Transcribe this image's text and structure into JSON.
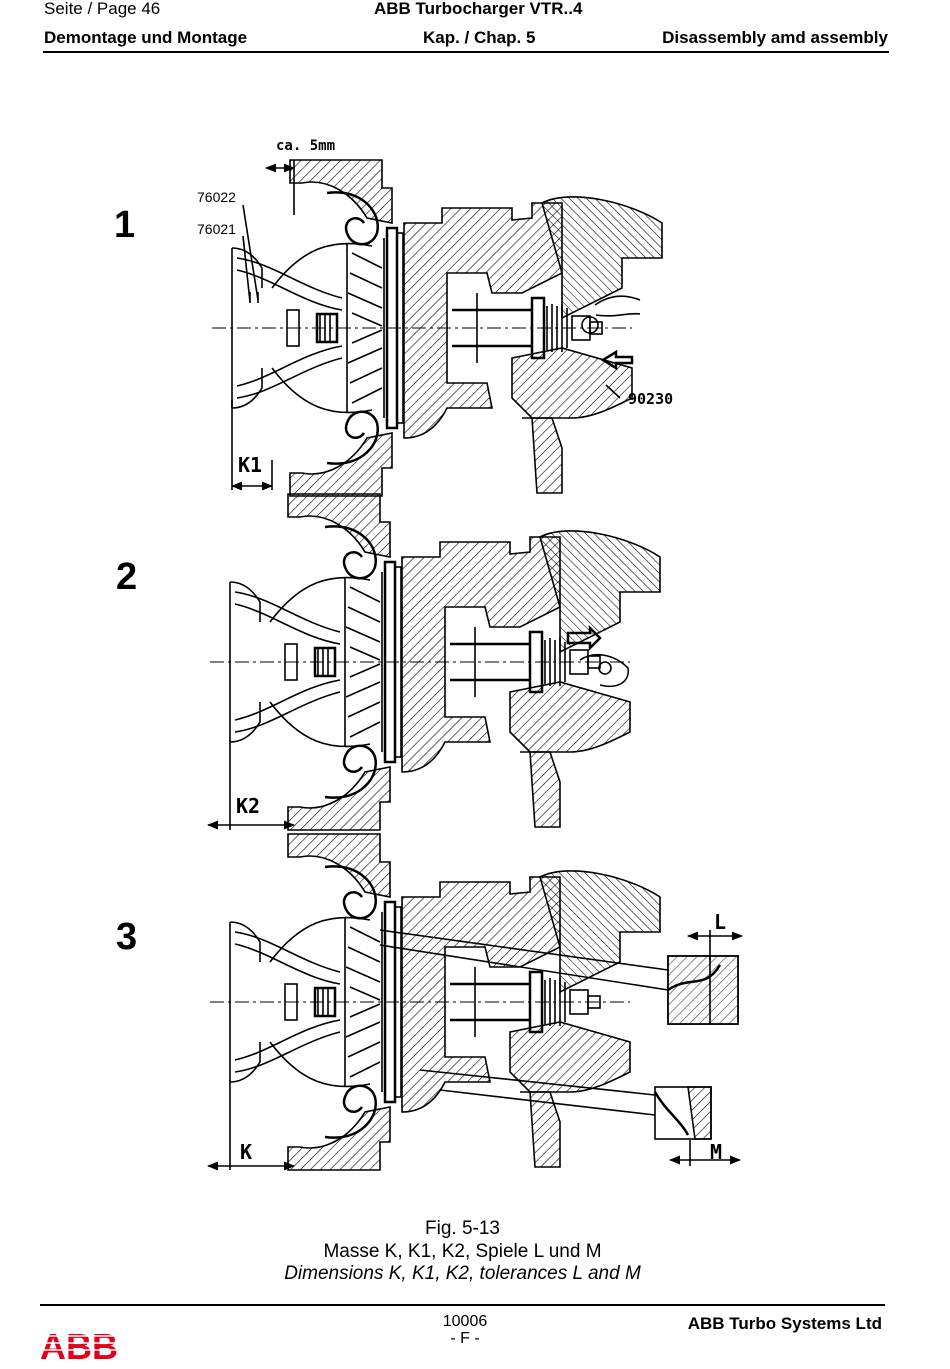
{
  "header": {
    "page_label": "Seite / Page  46",
    "product": "ABB Turbocharger VTR..4",
    "section_de": "Demontage und Montage",
    "chapter": "Kap. / Chap. 5",
    "section_en": "Disassembly amd assembly"
  },
  "figure": {
    "panels": [
      {
        "number": "1",
        "labels": {
          "top_dim": "ca. 5mm",
          "part_a": "76022",
          "part_b": "76021",
          "part_c": "90230",
          "dim": "K1"
        }
      },
      {
        "number": "2",
        "labels": {
          "dim": "K2"
        }
      },
      {
        "number": "3",
        "labels": {
          "dim": "K",
          "tol_l": "L",
          "tol_m": "M"
        }
      }
    ],
    "caption": {
      "fig_no": "Fig. 5-13",
      "title_de": "Masse K, K1, K2, Spiele L und M",
      "title_en": "Dimensions K, K1, K2, tolerances L and M"
    }
  },
  "footer": {
    "doc_no": "10006",
    "revision": "- F -",
    "company": "ABB Turbo Systems Ltd",
    "logo": "ABB",
    "logo_color": "#e2001a"
  }
}
